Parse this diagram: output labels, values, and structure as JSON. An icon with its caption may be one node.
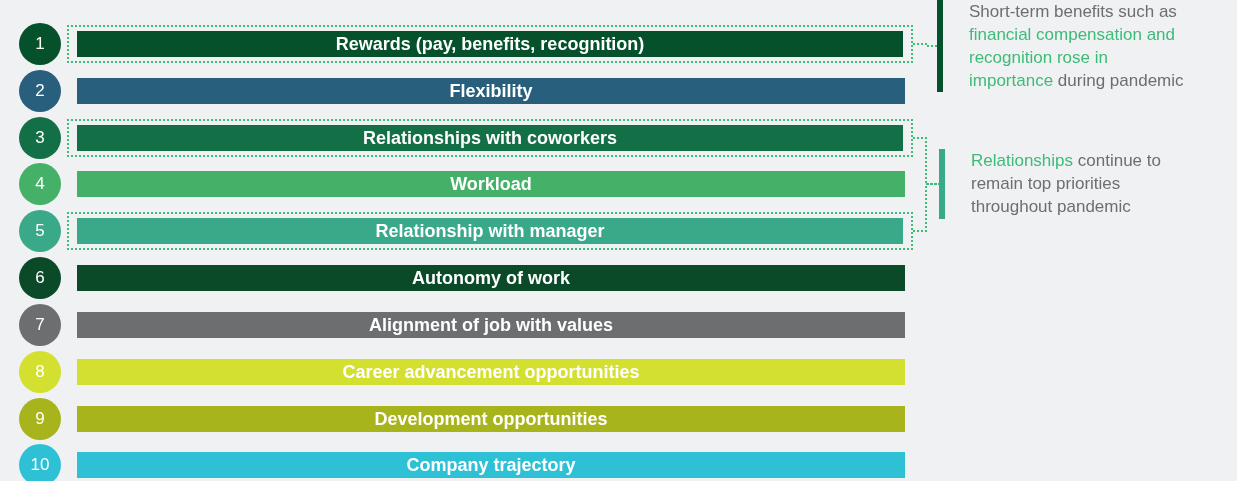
{
  "diagram": {
    "nodes": [
      {
        "text": [],
        "shape": "box"
      },
      {
        "text": [
          "1"
        ]
      },
      {
        "text": [
          "Rewards (pay, benefits, recognition)"
        ],
        "in": 0
      },
      {
        "text": [
          "2"
        ]
      },
      {
        "text": [
          "Flexibility"
        ]
      },
      {
        "text": [],
        "shape": "box"
      },
      {
        "text": [
          "3"
        ]
      },
      {
        "text": [
          "Relationships with coworkers"
        ],
        "in": 5
      },
      {
        "text": [
          "4"
        ]
      },
      {
        "text": [
          "Workload"
        ]
      },
      {
        "text": [],
        "shape": "box"
      },
      {
        "text": [
          "5"
        ]
      },
      {
        "text": [
          "Relationship with manager"
        ],
        "in": 10
      },
      {
        "text": [
          "6"
        ]
      },
      {
        "text": [
          "Autonomy of work"
        ]
      },
      {
        "text": [
          "7"
        ]
      },
      {
        "text": [
          "Alignment of job with values"
        ]
      },
      {
        "text": [
          "8"
        ]
      },
      {
        "text": [
          "Career advancement opportunities"
        ]
      },
      {
        "text": [
          "9"
        ]
      },
      {
        "text": [
          "Development opportunities"
        ]
      },
      {
        "text": [
          "10"
        ]
      },
      {
        "text": [
          "Company trajectory"
        ]
      },
      {
        "text": [
          "Short-term benefits such as **financial compensation and recognition rose in importance** during pandemic"
        ]
      },
      {
        "text": [
          "**Relationships** continue to remain top priorities throughout pandemic"
        ]
      }
    ],
    "edges": [
      {
        "from": 0,
        "to": 23,
        "arrow": "none",
        "style": "dashed"
      },
      {
        "from": 5,
        "to": 24,
        "arrow": "none",
        "style": "dashed"
      },
      {
        "from": 10,
        "to": 24,
        "arrow": "none",
        "style": "dashed"
      }
    ]
  }
}
